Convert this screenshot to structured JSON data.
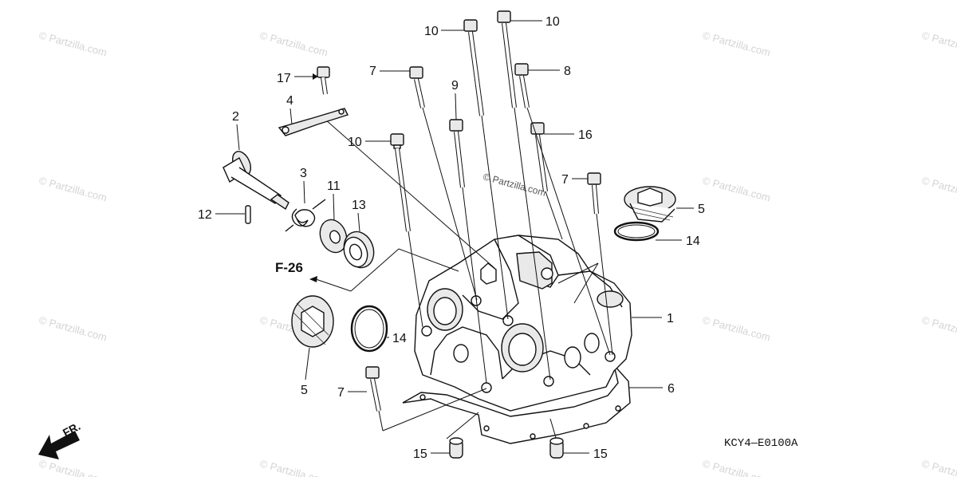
{
  "diagram": {
    "catalog_code": "KCY4—E0100A",
    "reference": "F-26",
    "front_marker": "FR.",
    "watermark": "© Partzilla.com",
    "callouts": {
      "c1": "1",
      "c2": "2",
      "c3": "3",
      "c4": "4",
      "c5a": "5",
      "c5b": "5",
      "c6": "6",
      "c7a": "7",
      "c7b": "7",
      "c7c": "7",
      "c8": "8",
      "c9": "9",
      "c10a": "10",
      "c10b": "10",
      "c10c": "10",
      "c11": "11",
      "c12": "12",
      "c13": "13",
      "c14a": "14",
      "c14b": "14",
      "c15a": "15",
      "c15b": "15",
      "c16": "16",
      "c17": "17"
    }
  }
}
